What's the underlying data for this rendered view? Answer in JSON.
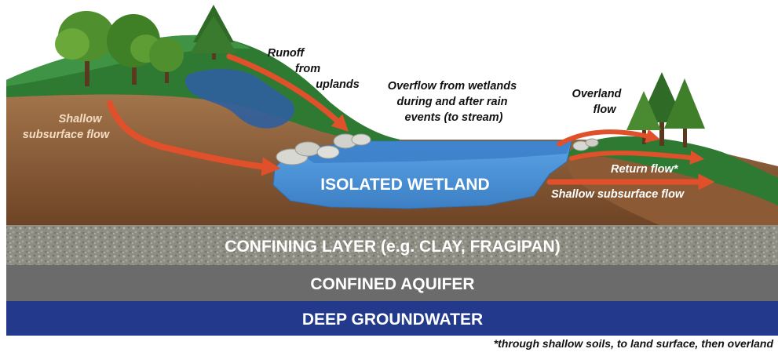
{
  "layers": {
    "confining": "CONFINING LAYER (e.g. CLAY, FRAGIPAN)",
    "confined_aquifer": "CONFINED AQUIFER",
    "deep_groundwater": "DEEP GROUNDWATER"
  },
  "wetland": {
    "label": "ISOLATED WETLAND"
  },
  "flows": {
    "runoff": [
      "Runoff",
      "from",
      "uplands"
    ],
    "shallow_left": [
      "Shallow",
      "subsurface flow"
    ],
    "overflow": [
      "Overflow from wetlands",
      "during and after rain",
      "events (to stream)"
    ],
    "overland": [
      "Overland",
      "flow"
    ],
    "return_flow": "Return flow*",
    "shallow_right": "Shallow subsurface flow"
  },
  "footnote": "*through shallow soils, to land surface, then overland",
  "colors": {
    "arrow": "#e0502a",
    "grass": "#2f7a33",
    "soil": "#8c5a34",
    "water": "#4f93d6",
    "confining": "#8a8a80",
    "aquifer": "#6b6b6b",
    "deep": "#233a8c"
  }
}
